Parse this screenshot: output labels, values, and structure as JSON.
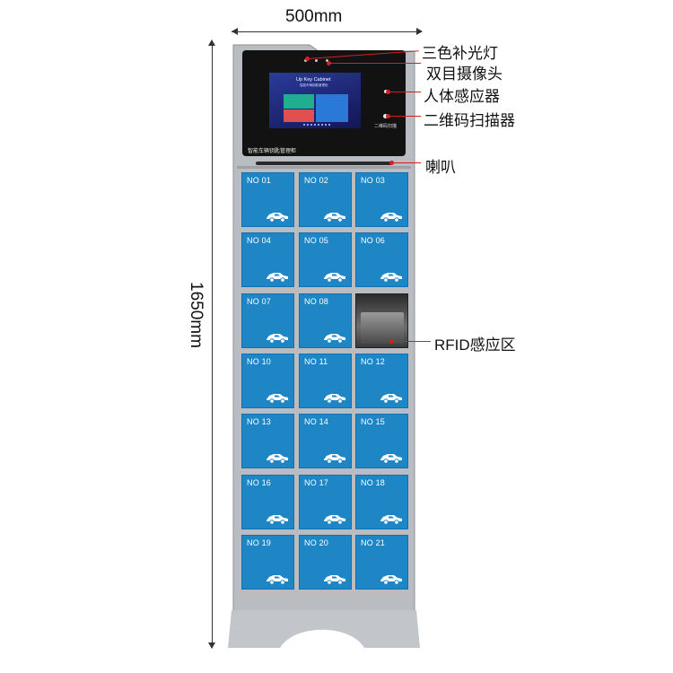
{
  "dimensions": {
    "width": "500mm",
    "height": "1650mm"
  },
  "callouts": [
    {
      "id": "light",
      "label": "三色补光灯"
    },
    {
      "id": "camera",
      "label": "双目摄像头"
    },
    {
      "id": "sensor",
      "label": "人体感应器"
    },
    {
      "id": "scanner",
      "label": "二维码扫描器"
    },
    {
      "id": "speaker",
      "label": "喇叭"
    },
    {
      "id": "rfid",
      "label": "RFID感应区"
    }
  ],
  "screen": {
    "title": "Up Key Cabinet",
    "subtitle": "智能车辆钥匙管理柜",
    "panel_caption": "智能车辆钥匙管理柜",
    "scanner_caption": "二维码扫描"
  },
  "lockers": [
    "NO 01",
    "NO 02",
    "NO 03",
    "NO 04",
    "NO 05",
    "NO 06",
    "NO 07",
    "NO 08",
    "",
    "NO 10",
    "NO 11",
    "NO 12",
    "NO 13",
    "NO 14",
    "NO 15",
    "NO 16",
    "NO 17",
    "NO 18",
    "NO 19",
    "NO 20",
    "NO 21"
  ],
  "colors": {
    "cabinet": "#b9bcc0",
    "locker": "#1f86c6",
    "callout_line": "#d42020",
    "screen": "#16185a"
  },
  "icons": {
    "locker": "car-icon"
  }
}
